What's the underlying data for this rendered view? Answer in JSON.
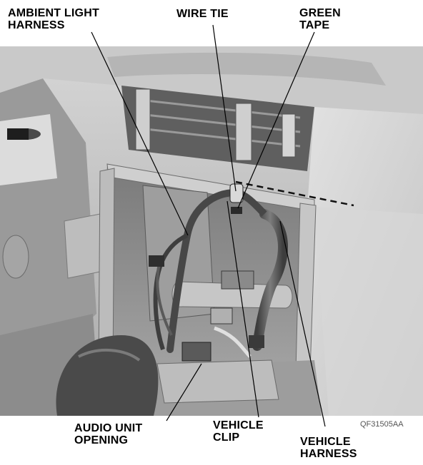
{
  "labels": {
    "ambient_light_harness": "AMBIENT LIGHT\nHARNESS",
    "wire_tie": "WIRE TIE",
    "green_tape": "GREEN\nTAPE",
    "audio_unit_opening": "AUDIO UNIT\nOPENING",
    "vehicle_clip": "VEHICLE\nCLIP",
    "vehicle_harness": "VEHICLE\nHARNESS"
  },
  "figure_id": "QF31505AA",
  "colors": {
    "background": "#ffffff",
    "panel_light": "#e4e4e4",
    "panel_mid": "#bdbdbd",
    "panel_dark": "#6e6e6e",
    "harness": "#4a4a4a",
    "leader_line": "#000000"
  }
}
